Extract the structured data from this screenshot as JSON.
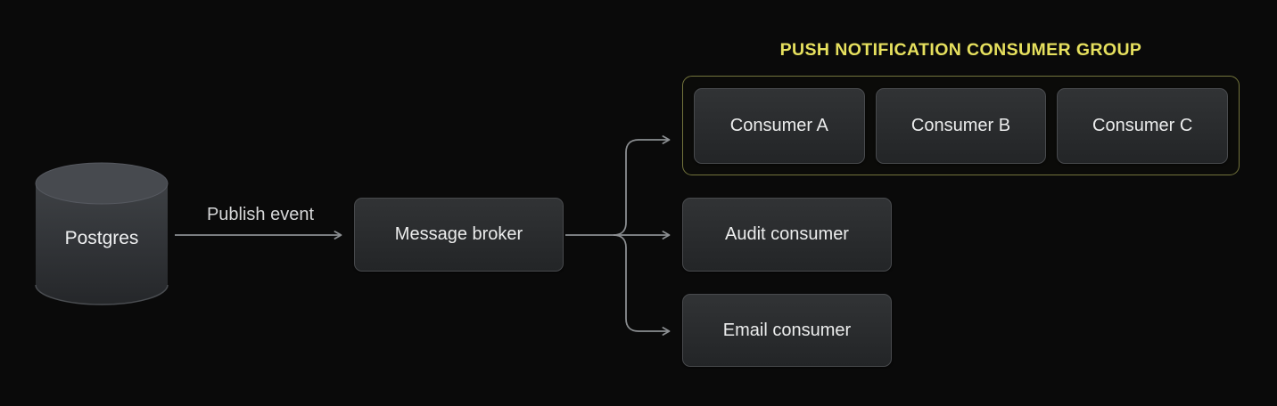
{
  "diagram": {
    "background_color": "#0a0a0a",
    "nodes": {
      "postgres": {
        "label": "Postgres",
        "shape": "database-cylinder"
      },
      "message_broker": {
        "label": "Message broker",
        "shape": "rounded-rect"
      },
      "consumer_a": {
        "label": "Consumer A",
        "shape": "rounded-rect"
      },
      "consumer_b": {
        "label": "Consumer B",
        "shape": "rounded-rect"
      },
      "consumer_c": {
        "label": "Consumer C",
        "shape": "rounded-rect"
      },
      "audit_consumer": {
        "label": "Audit consumer",
        "shape": "rounded-rect"
      },
      "email_consumer": {
        "label": "Email consumer",
        "shape": "rounded-rect"
      }
    },
    "group": {
      "title": "PUSH NOTIFICATION CONSUMER GROUP",
      "title_color": "#e6e05e",
      "border_color": "#73743c",
      "members": [
        "Consumer A",
        "Consumer B",
        "Consumer C"
      ]
    },
    "edges": [
      {
        "from": "postgres",
        "to": "message_broker",
        "label": "Publish event"
      },
      {
        "from": "message_broker",
        "to": "push_notification_consumer_group",
        "label": ""
      },
      {
        "from": "message_broker",
        "to": "audit_consumer",
        "label": ""
      },
      {
        "from": "message_broker",
        "to": "email_consumer",
        "label": ""
      }
    ],
    "publish_event_label": "Publish event",
    "colors": {
      "line": "#8b8e91",
      "node_border": "#484a4d",
      "node_fill_top": "#313335",
      "node_fill_bottom": "#232527",
      "node_text": "#eceded",
      "cylinder_top": "#474a4f",
      "cylinder_body_top": "#3e4145",
      "cylinder_body_bottom": "#25272a"
    }
  }
}
